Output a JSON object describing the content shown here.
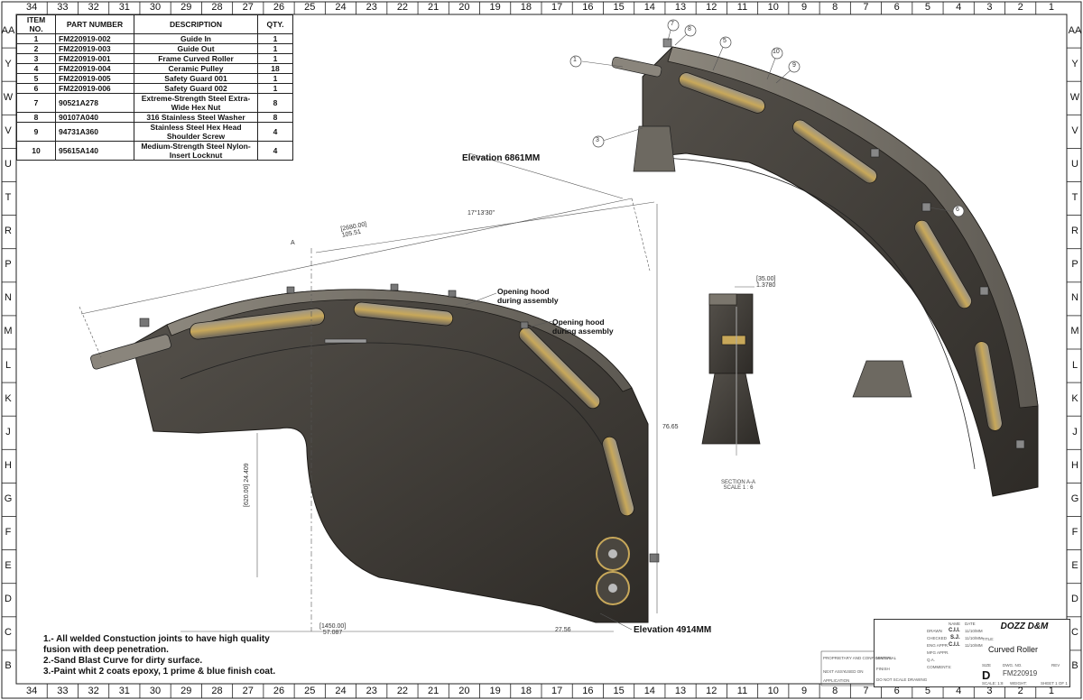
{
  "columns_top": [
    "34",
    "33",
    "32",
    "31",
    "30",
    "29",
    "28",
    "27",
    "26",
    "25",
    "24",
    "23",
    "22",
    "21",
    "20",
    "19",
    "18",
    "17",
    "16",
    "15",
    "14",
    "13",
    "12",
    "11",
    "10",
    "9",
    "8",
    "7",
    "6",
    "5",
    "4",
    "3",
    "2",
    "1"
  ],
  "columns_bottom": [
    "34",
    "33",
    "32",
    "31",
    "30",
    "29",
    "28",
    "27",
    "26",
    "25",
    "24",
    "23",
    "22",
    "21",
    "20",
    "19",
    "18",
    "17",
    "16",
    "15",
    "14",
    "13",
    "12",
    "11",
    "10",
    "9",
    "8",
    "7",
    "6",
    "5",
    "4",
    "3",
    "2",
    "1"
  ],
  "rows": [
    "AA",
    "Y",
    "W",
    "V",
    "U",
    "T",
    "R",
    "P",
    "N",
    "M",
    "L",
    "K",
    "J",
    "H",
    "G",
    "F",
    "E",
    "D",
    "C",
    "B"
  ],
  "bom": {
    "headers": [
      "ITEM NO.",
      "PART NUMBER",
      "DESCRIPTION",
      "QTY."
    ],
    "rows": [
      [
        "1",
        "FM220919-002",
        "Guide In",
        "1"
      ],
      [
        "2",
        "FM220919-003",
        "Guide Out",
        "1"
      ],
      [
        "3",
        "FM220919-001",
        "Frame Curved Roller",
        "1"
      ],
      [
        "4",
        "FM220919-004",
        "Ceramic Pulley",
        "18"
      ],
      [
        "5",
        "FM220919-005",
        "Safety Guard 001",
        "1"
      ],
      [
        "6",
        "FM220919-006",
        "Safety Guard 002",
        "1"
      ],
      [
        "7",
        "90521A278",
        "Extreme-Strength Steel Extra-Wide Hex Nut",
        "8"
      ],
      [
        "8",
        "90107A040",
        "316 Stainless Steel Washer",
        "8"
      ],
      [
        "9",
        "94731A360",
        "Stainless Steel Hex Head Shoulder Screw",
        "4"
      ],
      [
        "10",
        "95615A140",
        "Medium-Strength Steel Nylon-Insert Locknut",
        "4"
      ]
    ]
  },
  "callouts": {
    "elevation_top": "Elevation 6861MM",
    "elevation_bottom": "Elevation 4914MM",
    "hood1": "Opening hood during assembly",
    "hood2": "Opening hood during assembly",
    "balloons": [
      "1",
      "3",
      "5",
      "6",
      "7",
      "8",
      "9",
      "10"
    ]
  },
  "dimensions": {
    "top_len": "[2680.00]",
    "top_len_in": "105.51",
    "angle": "17°13'30\"",
    "height": "76.65",
    "mid_h": "[620.00]",
    "mid_h_in": "24.409",
    "bottom_len": "[1450.00]",
    "bottom_len_in": "57.087",
    "bottom_right": "27.56",
    "section_w": "[35.00]",
    "section_w_in": "1.3780",
    "marker_a": "A"
  },
  "section": {
    "label": "SECTION A-A",
    "scale": "SCALE 1 : 6"
  },
  "notes": [
    "1.- All welded Constuction joints to have high quality",
    "fusion with deep penetration.",
    "2.-Sand Blast Curve for dirty surface.",
    "3.-Paint whit 2 coats epoxy, 1 prime & blue finish coat."
  ],
  "titleblock": {
    "company": "DOZZ D&M",
    "title": "Curved Roller",
    "size": "D",
    "dwg_no": "FM220919",
    "dwg_no_label": "DWG. NO.",
    "rev_label": "REV",
    "size_label": "SIZE",
    "title_label": "TITLE:",
    "scale": "SCALE: 1:8",
    "weight": "WEIGHT:",
    "sheet": "SHEET 1 OF 1",
    "name_label": "NAME",
    "date_label": "DATE",
    "drawn": "DRAWN",
    "checked": "CHECKED",
    "eng_appr": "ENG APPR.",
    "mfg_appr": "MFG APPR.",
    "qa": "Q.A.",
    "comments": "COMMENTS:",
    "drawn_by": "C.I.I.",
    "checked_by": "S.J.",
    "eng_by": "C.I.I.",
    "date1": "11/10/MM",
    "date2": "11/10/MM",
    "date3": "11/10/MM",
    "proprietary": "PROPRIETARY AND CONFIDENTIAL",
    "finish": "FINISH",
    "material": "MATERIAL",
    "used_on": "USED ON",
    "application": "APPLICATION",
    "next_assy": "NEXT ASSY",
    "do_not_scale": "DO NOT SCALE DRAWING"
  },
  "colors": {
    "metal_dark": "#3f3b36",
    "metal_mid": "#5a5650",
    "metal_light": "#807b72",
    "roller": "#c8a85a"
  }
}
